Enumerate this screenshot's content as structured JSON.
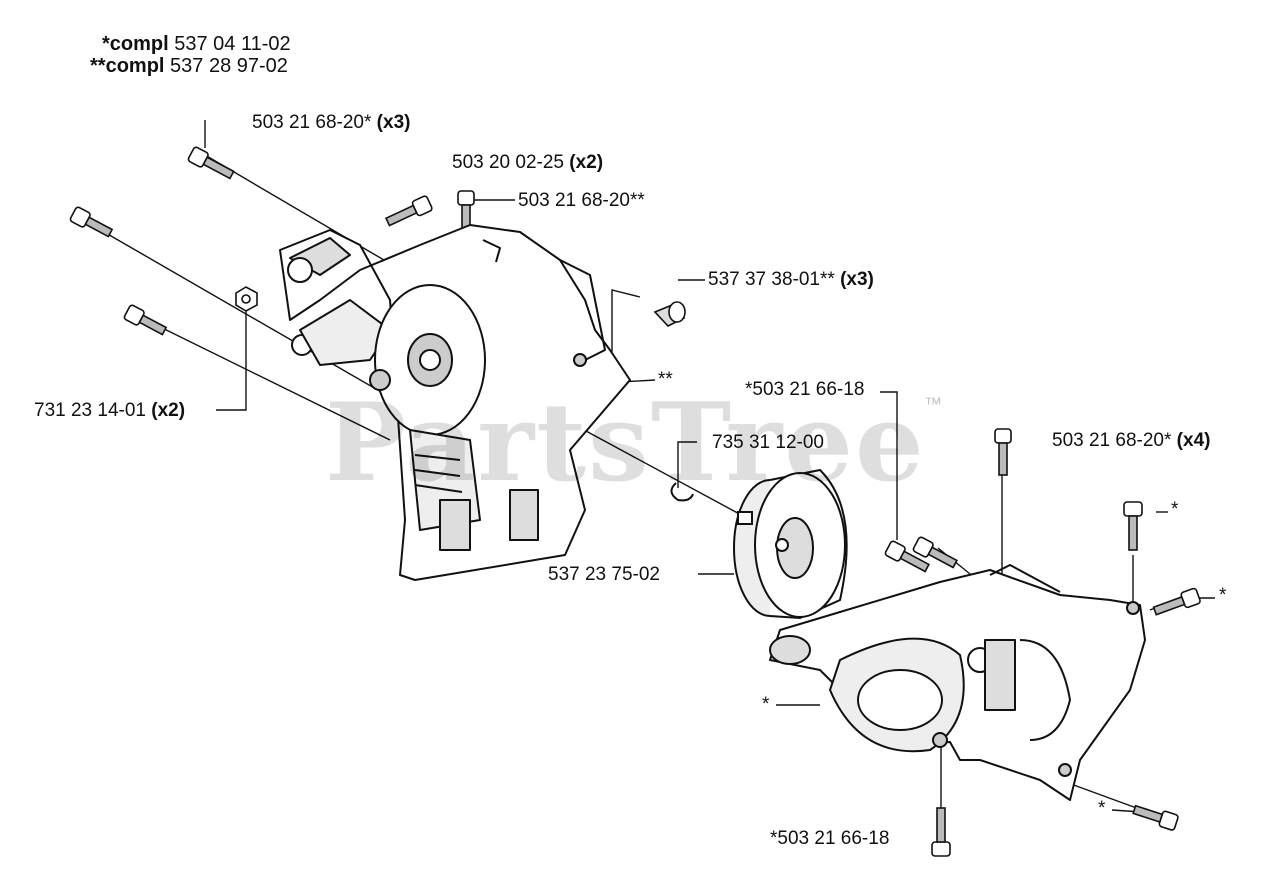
{
  "compl_lines": [
    {
      "prefix": "*compl",
      "number": "537 04 11-02"
    },
    {
      "prefix": "**compl",
      "number": "537 28 97-02"
    }
  ],
  "callouts": {
    "screw_top_left": {
      "part": "503 21 68-20*",
      "qty": "(x3)"
    },
    "screw_top_mid": {
      "part": "503 20 02-25",
      "qty": "(x2)"
    },
    "screw_starter": {
      "part": "503 21 68-20**",
      "qty": ""
    },
    "bushing": {
      "part": "537 37 38-01**",
      "qty": "(x3)"
    },
    "nut_left": {
      "part": "731 23 14-01",
      "qty": "(x2)"
    },
    "housing_marker": {
      "part": "**",
      "qty": ""
    },
    "screw_bottom_top": {
      "part": "*503 21 66-18",
      "qty": ""
    },
    "circlip": {
      "part": "735 31 12-00",
      "qty": ""
    },
    "screw_right_group": {
      "part": "503 21 68-20*",
      "qty": "(x4)"
    },
    "clutch_drum": {
      "part": "537 23 75-02",
      "qty": ""
    },
    "screw_bottom": {
      "part": "*503 21 66-18",
      "qty": ""
    },
    "star_1": {
      "part": "*",
      "qty": ""
    },
    "star_2": {
      "part": "*",
      "qty": ""
    },
    "star_3": {
      "part": "*",
      "qty": ""
    },
    "star_4": {
      "part": "*",
      "qty": ""
    }
  },
  "watermark": {
    "text": "PartsTree",
    "mark": "™"
  },
  "colors": {
    "line": "#111111",
    "watermark": "#d9d9d9",
    "part_fill": "#ffffff",
    "shade": "#bdbdbd"
  }
}
